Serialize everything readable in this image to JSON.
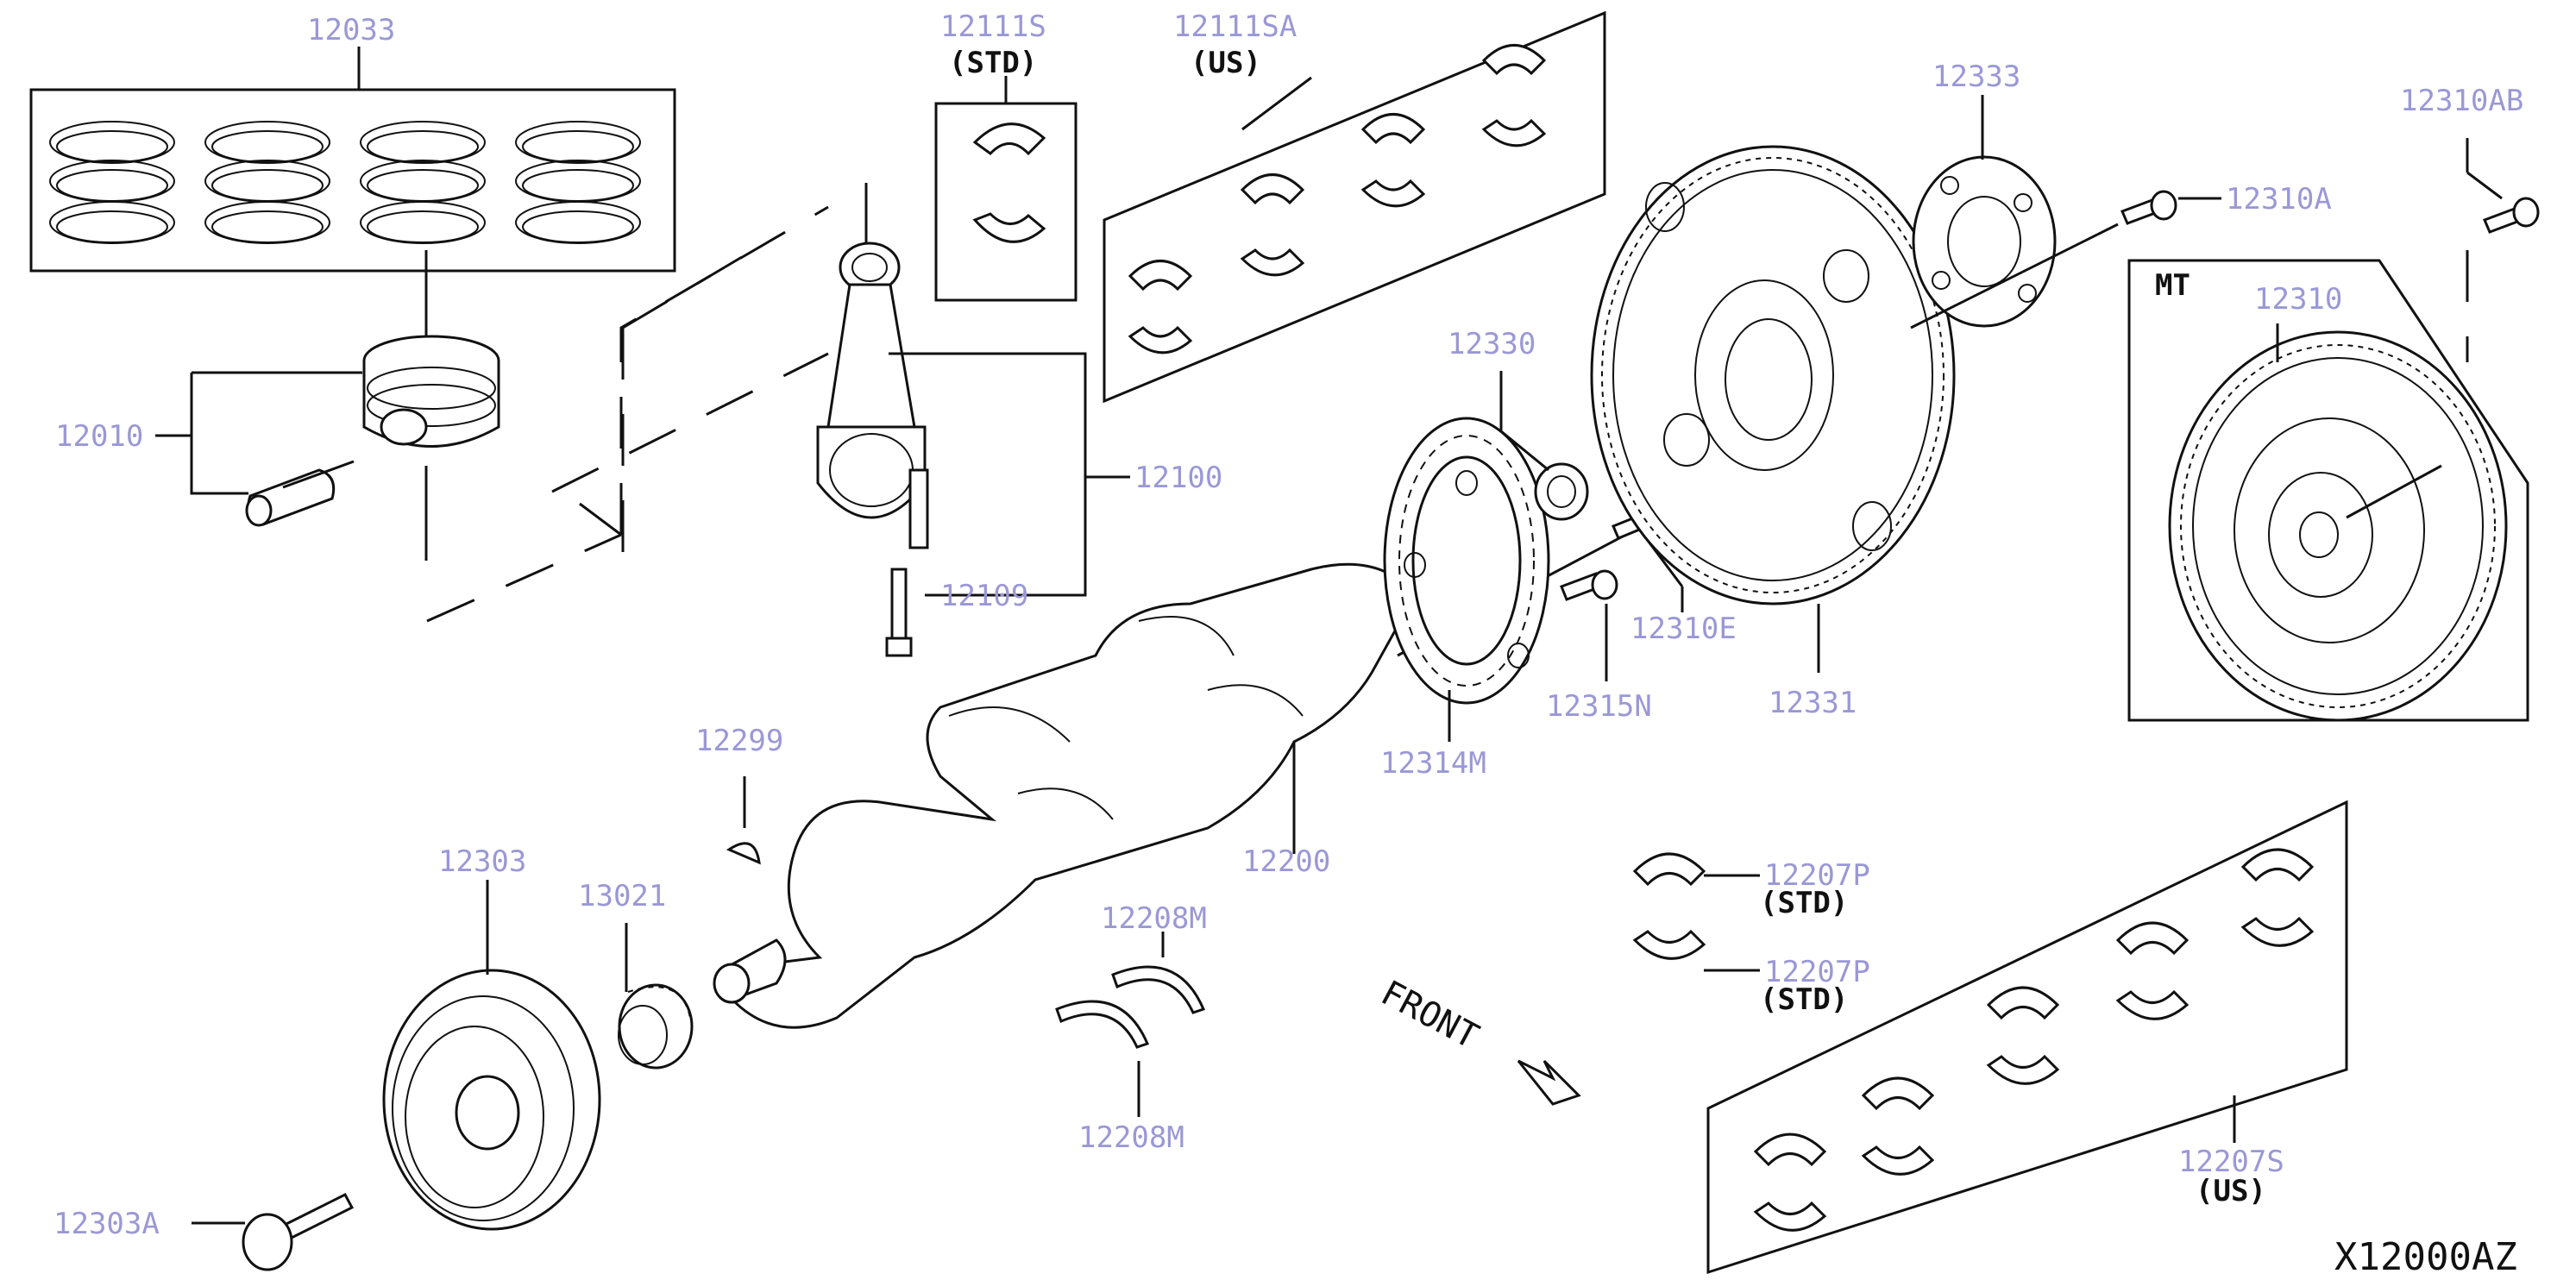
{
  "diagram_code": "X12000AZ",
  "labels": {
    "p12033": "12033",
    "p12010": "12010",
    "p12111s": "12111S",
    "p12111s_note": "(STD)",
    "p12111sa": "12111SA",
    "p12111sa_note": "(US)",
    "p12100": "12100",
    "p12109": "12109",
    "p12333": "12333",
    "p12310ab": "12310AB",
    "p12310a": "12310A",
    "mt": "MT",
    "p12310": "12310",
    "p12330": "12330",
    "p12310e": "12310E",
    "p12331": "12331",
    "p12315n": "12315N",
    "p12314m": "12314M",
    "p12299": "12299",
    "p12200": "12200",
    "p12303": "12303",
    "p13021": "13021",
    "p12208m_a": "12208M",
    "p12208m_b": "12208M",
    "p12303a": "12303A",
    "p12207p_a": "12207P",
    "p12207p_a_note": "(STD)",
    "p12207p_b": "12207P",
    "p12207p_b_note": "(STD)",
    "p12207s": "12207S",
    "p12207s_note": "(US)",
    "front": "FRONT"
  }
}
